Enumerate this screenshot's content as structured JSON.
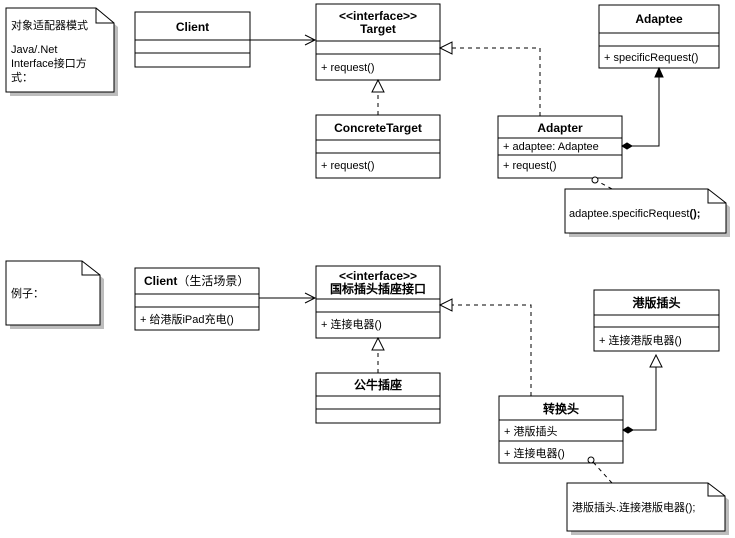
{
  "top": {
    "note": {
      "line1": "对象适配器模式",
      "line2": "Java/.Net",
      "line3": "Interface接口方",
      "line4": "式："
    },
    "client": {
      "name": "Client"
    },
    "target": {
      "stereotype": "<<interface>>",
      "name": "Target",
      "method": "+ request()"
    },
    "adaptee": {
      "name": "Adaptee",
      "method": "+ specificRequest()"
    },
    "concrete_target": {
      "name": "ConcreteTarget",
      "method": "+ request()"
    },
    "adapter": {
      "name": "Adapter",
      "attribute": "+ adaptee: Adaptee",
      "method": "+ request()"
    },
    "code_note": {
      "text": "adaptee.specificRequest",
      "suffix": "();"
    }
  },
  "bottom": {
    "note": {
      "text": "例子："
    },
    "client": {
      "name": "Client",
      "name_suffix": "（生活场景）",
      "method": "+ 给港版iPad充电()"
    },
    "target": {
      "stereotype": "<<interface>>",
      "name": "国标插头插座接口",
      "method": "+ 连接电器()"
    },
    "adaptee": {
      "name": "港版插头",
      "method": "+ 连接港版电器()"
    },
    "concrete_target": {
      "name": "公牛插座"
    },
    "adapter": {
      "name": "转换头",
      "attribute": "+ 港版插头",
      "method": "+ 连接电器()"
    },
    "code_note": {
      "text": "港版插头.连接港版电器();"
    }
  }
}
